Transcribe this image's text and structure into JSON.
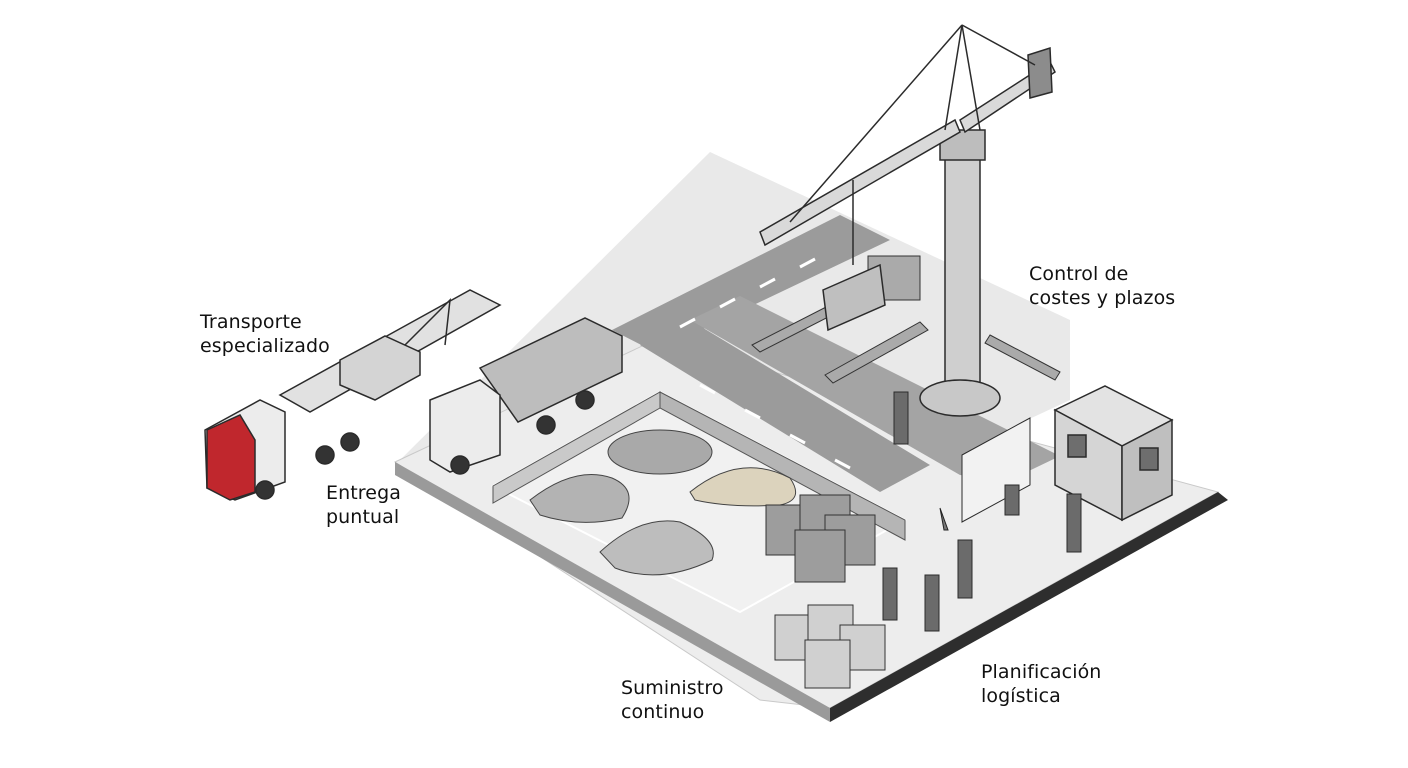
{
  "illustration": {
    "title": "Construction site logistics",
    "palette": {
      "background": "#ffffff",
      "ground": "#e6e6e6",
      "ground_edge": "#3a3a3a",
      "road": "#8e8e8e",
      "road_marking": "#ffffff",
      "steel": "#bdbdbd",
      "line": "#2b2b2b",
      "truck_accent": "#c0272d",
      "sand": "#d9cfb8",
      "gravel": "#9a9a9a"
    }
  },
  "labels": {
    "transporte": {
      "line1": "Transporte",
      "line2": "especializado"
    },
    "entrega": {
      "line1": "Entrega",
      "line2": "puntual"
    },
    "control": {
      "line1": "Control de",
      "line2": "costes y plazos"
    },
    "suministro": {
      "line1": "Suministro",
      "line2": "continuo"
    },
    "planificacion": {
      "line1": "Planificación",
      "line2": "logística"
    }
  }
}
